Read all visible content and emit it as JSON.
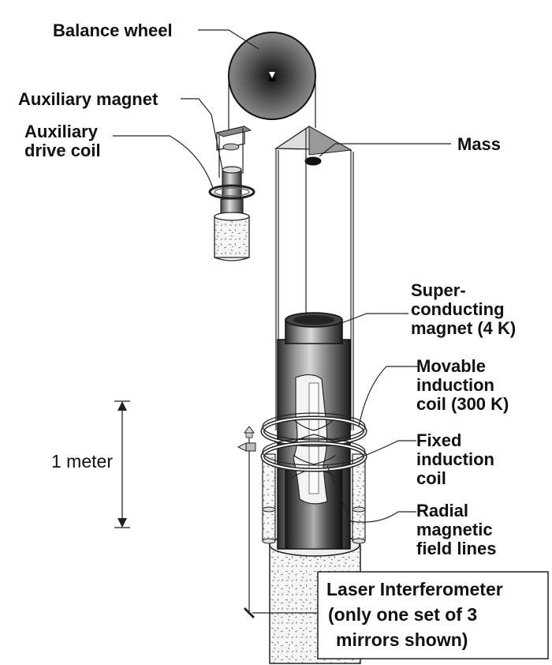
{
  "labels": {
    "balance_wheel": "Balance wheel",
    "auxiliary_magnet": "Auxiliary magnet",
    "auxiliary_drive_coil_1": "Auxiliary",
    "auxiliary_drive_coil_2": "drive coil",
    "mass": "Mass",
    "superconducting_1": "Super-",
    "superconducting_2": "conducting",
    "superconducting_3": "magnet (4 K)",
    "movable_1": "Movable",
    "movable_2": "induction",
    "movable_3": "coil (300 K)",
    "fixed_1": "Fixed",
    "fixed_2": "induction",
    "fixed_3": "coil",
    "radial_1": "Radial",
    "radial_2": "magnetic",
    "radial_3": "field lines",
    "scale": "1 meter"
  },
  "laser_box": {
    "line1": "Laser Interferometer",
    "line2": "(only one set of 3",
    "line3": "mirrors shown)"
  }
}
